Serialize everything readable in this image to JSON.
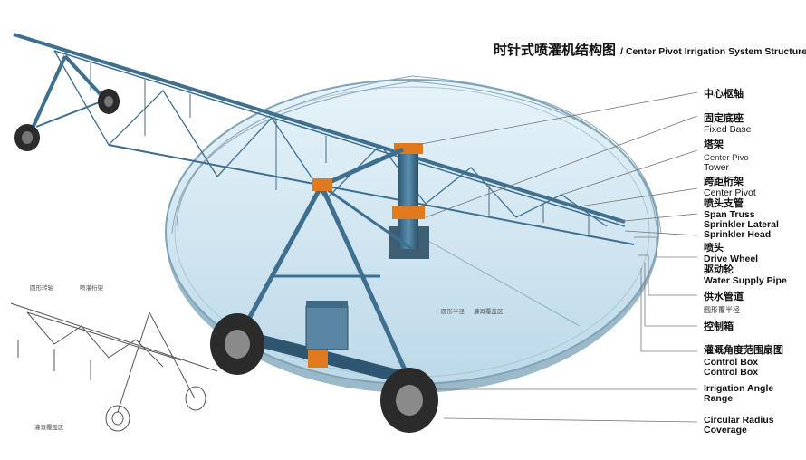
{
  "title": {
    "zh": "时针式喷灌机结构图",
    "en": "/ Center Pivot Irrigation System Structure"
  },
  "labels": [
    {
      "id": "l1",
      "text": "中心枢轴"
    },
    {
      "id": "l2",
      "text": "固定底座"
    },
    {
      "id": "l3",
      "text": "Fixed Base"
    },
    {
      "id": "l4",
      "text": "塔架"
    },
    {
      "id": "l5",
      "text": "Center Pivo"
    },
    {
      "id": "l6",
      "text": "Tower"
    },
    {
      "id": "l7",
      "text": "跨距桁架"
    },
    {
      "id": "l8",
      "text": "Center Pivot"
    },
    {
      "id": "l9",
      "text": "喷头支管"
    },
    {
      "id": "l10",
      "text": "Span Truss"
    },
    {
      "id": "l11",
      "text": "Sprinkler Lateral"
    },
    {
      "id": "l12",
      "text": "Sprinkler Head"
    },
    {
      "id": "l13",
      "text": "喷头"
    },
    {
      "id": "l14",
      "text": "Drive Wheel"
    },
    {
      "id": "l15",
      "text": "驱动轮"
    },
    {
      "id": "l16",
      "text": "Water Supply Pipe"
    },
    {
      "id": "l17",
      "text": "供水管道"
    },
    {
      "id": "l18",
      "text": "圆形覆半径"
    },
    {
      "id": "l19",
      "text": "控制箱"
    },
    {
      "id": "l20",
      "text": "灌溉角度范围扇图"
    },
    {
      "id": "l21",
      "text": "Control Box"
    },
    {
      "id": "l22",
      "text": "Control Box"
    },
    {
      "id": "l23",
      "text": "Irrigation Angle"
    },
    {
      "id": "l24",
      "text": "Range"
    },
    {
      "id": "l25",
      "text": "Circular Radius"
    },
    {
      "id": "l26",
      "text": "Coverage"
    }
  ],
  "inset_labels": {
    "a": "圆形转轴",
    "b": "喷灌桁架",
    "c": "灌溉覆盖区"
  },
  "disc_labels": {
    "a": "圆形半径",
    "b": "灌溉覆盖区"
  },
  "colors": {
    "steel": "#3f6f8e",
    "steel_dark": "#24465c",
    "disc": "#cfe6f2",
    "accent": "#e07a1f",
    "tire": "#2b2b2b"
  }
}
